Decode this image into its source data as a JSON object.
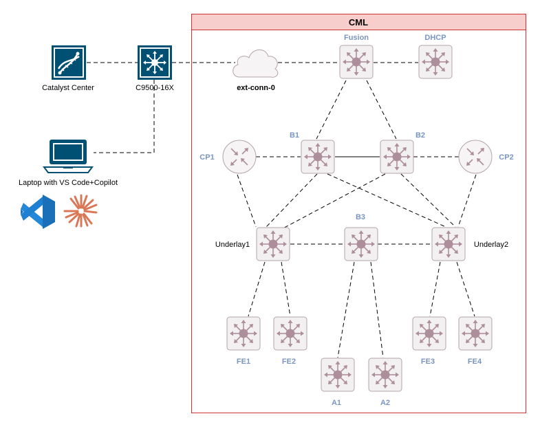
{
  "cml": {
    "title": "CML"
  },
  "external": {
    "catalyst_center": {
      "label": "Catalyst Center",
      "icon": "dna-center-icon"
    },
    "c9500": {
      "label": "C9500-16X",
      "icon": "switch-icon"
    },
    "laptop": {
      "label": "Laptop with VS Code+Copilot",
      "icon": "laptop-icon"
    },
    "ext_conn": {
      "label": "ext-conn-0",
      "icon": "cloud-icon"
    },
    "vscode_icon": "vscode-icon",
    "copilot_icon": "sunburst-icon"
  },
  "nodes": {
    "fusion": "Fusion",
    "dhcp": "DHCP",
    "cp1": "CP1",
    "cp2": "CP2",
    "b1": "B1",
    "b2": "B2",
    "b3": "B3",
    "underlay1": "Underlay1",
    "underlay2": "Underlay2",
    "fe1": "FE1",
    "fe2": "FE2",
    "fe3": "FE3",
    "fe4": "FE4",
    "a1": "A1",
    "a2": "A2"
  },
  "colors": {
    "cml_border": "#cc3333",
    "cml_header_fill": "#f8cecc",
    "node_label": "#7a95c2",
    "cisco_icon_blue": "#005073",
    "vscode_blue": "#1a8ae0",
    "copilot_orange": "#d97757"
  }
}
